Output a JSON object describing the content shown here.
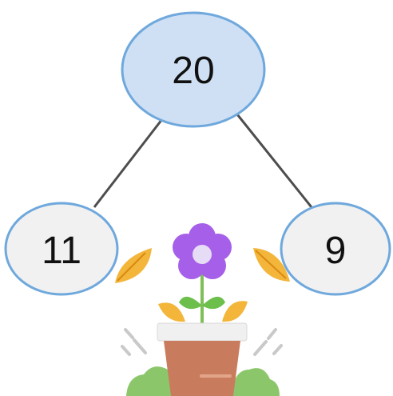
{
  "diagram": {
    "nodes": {
      "root": {
        "label": "20"
      },
      "left": {
        "label": "11"
      },
      "right": {
        "label": "9"
      }
    },
    "colors": {
      "root_fill": "#cfe0f4",
      "child_fill": "#f1f1f1",
      "node_stroke": "#6fa8dc",
      "edge": "#4d4d4d"
    }
  },
  "illustration": {
    "icon": "flower-pot-icon",
    "colors": {
      "petal": "#a65fe8",
      "flower_center": "#e6dcf5",
      "leaf": "#f3b53a",
      "pot": "#c97c5d",
      "pot_rim": "#f0f0f0",
      "grass": "#8cc66b"
    }
  }
}
